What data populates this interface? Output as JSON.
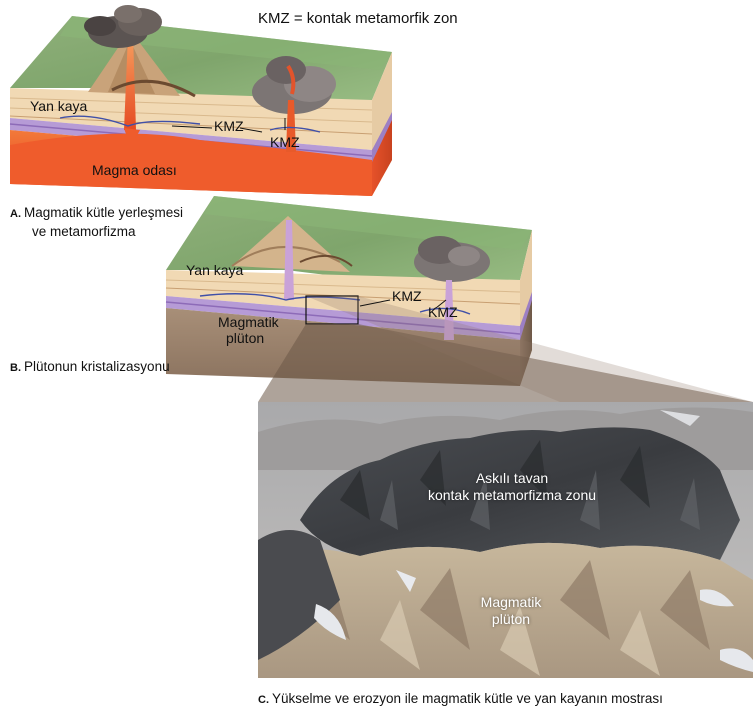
{
  "legend": "KMZ = kontak metamorfik zon",
  "panel_a": {
    "country_rock": "Yan kaya",
    "kmz_1": "KMZ",
    "kmz_2": "KMZ",
    "magma_chamber": "Magma odası",
    "caption_letter": "A.",
    "caption_line1": "Magmatik kütle yerleşmesi",
    "caption_line2": "ve metamorfizma"
  },
  "panel_b": {
    "country_rock": "Yan kaya",
    "kmz_1": "KMZ",
    "kmz_2": "KMZ",
    "pluton_line1": "Magmatik",
    "pluton_line2": "plüton",
    "caption_letter": "B.",
    "caption": "Plütonun kristalizasyonu"
  },
  "panel_c": {
    "roof_line1": "Askılı tavan",
    "roof_line2": "kontak metamorfizma zonu",
    "pluton_line1": "Magmatik",
    "pluton_line2": "plüton",
    "caption_letter": "C.",
    "caption": "Yükselme ve erozyon ile magmatik kütle ve yan kayanın mostrası"
  }
}
